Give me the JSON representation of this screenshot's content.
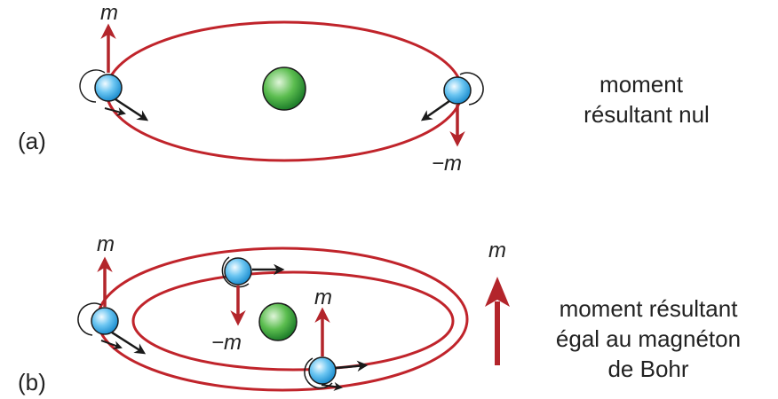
{
  "panel_a": {
    "label": "(a)",
    "moment_up": "m",
    "moment_down": "−m",
    "caption_lines": [
      "moment",
      "résultant nul"
    ]
  },
  "panel_b": {
    "label": "(b)",
    "moment_left": "m",
    "moment_top_down": "−m",
    "moment_bottom_up": "m",
    "resultant_symbol": "m",
    "caption_lines": [
      "moment résultant",
      "égal au magnéton",
      "de Bohr"
    ]
  },
  "colors": {
    "orbit": "#c0242b",
    "moment_arrow": "#b3252b",
    "velocity_arrow": "#1a1a1a",
    "nucleus": "#3fa845",
    "electron": "#4fb4ea"
  }
}
